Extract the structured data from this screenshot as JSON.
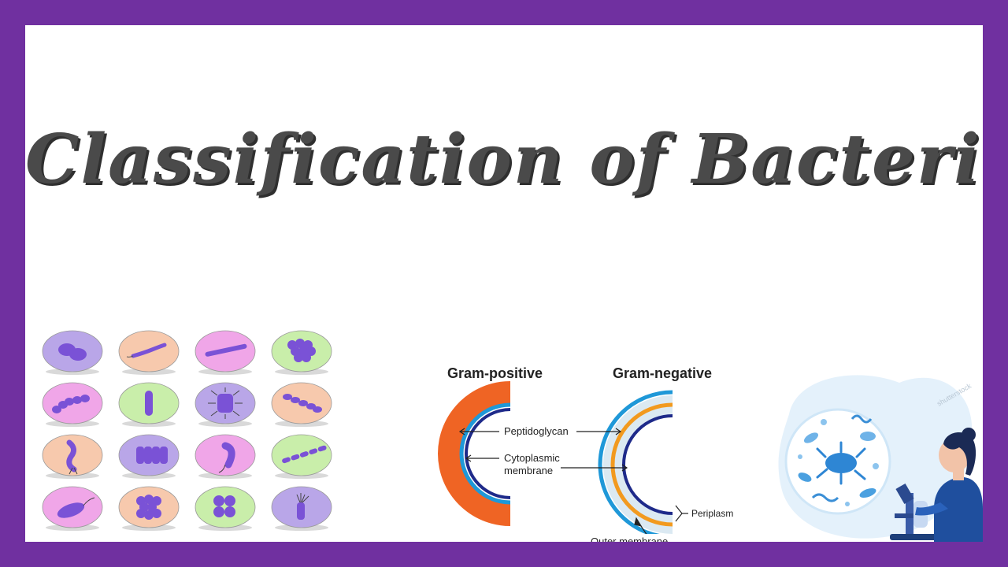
{
  "title": "Classification of Bacteria",
  "colors": {
    "border": "#7030a0",
    "title": "#4a4a4a",
    "purple_bg": "#b9a6e8",
    "orange_bg": "#f7c9ad",
    "pink_bg": "#f0a6e8",
    "green_bg": "#c9eeaa",
    "cell_body": "#7a52d6",
    "gram_positive_wall": "#ef6424",
    "membrane_blue": "#1f98d8",
    "inner_membrane": "#1e2a8a",
    "peptidoglycan_neg": "#f29a1f"
  },
  "bacteria_grid": [
    {
      "shape": "diplococcus",
      "bg": "purple"
    },
    {
      "shape": "spirillum-thin",
      "bg": "orange"
    },
    {
      "shape": "long-rod",
      "bg": "pink"
    },
    {
      "shape": "staphylococcus",
      "bg": "green"
    },
    {
      "shape": "streptococcus",
      "bg": "pink"
    },
    {
      "shape": "single-rod",
      "bg": "green"
    },
    {
      "shape": "peritrichous-rod",
      "bg": "purple"
    },
    {
      "shape": "streptobacillus",
      "bg": "orange"
    },
    {
      "shape": "vibrio-flagellate",
      "bg": "orange"
    },
    {
      "shape": "palisade",
      "bg": "purple"
    },
    {
      "shape": "comma",
      "bg": "pink"
    },
    {
      "shape": "chain-bacilli",
      "bg": "green"
    },
    {
      "shape": "monotrichous-rod",
      "bg": "pink"
    },
    {
      "shape": "sarcina-cluster",
      "bg": "orange"
    },
    {
      "shape": "tetrad",
      "bg": "green"
    },
    {
      "shape": "lophotrichous-rod",
      "bg": "purple"
    }
  ],
  "gram": {
    "positive_label": "Gram-positive",
    "negative_label": "Gram-negative",
    "peptidoglycan": "Peptidoglycan",
    "cytoplasmic_1": "Cytoplasmic",
    "cytoplasmic_2": "membrane",
    "periplasm": "Periplasm",
    "outer_membrane": "Outer membrane"
  },
  "illustration": {
    "subject": "scientist-with-microscope",
    "watermark": "shutterstock"
  }
}
